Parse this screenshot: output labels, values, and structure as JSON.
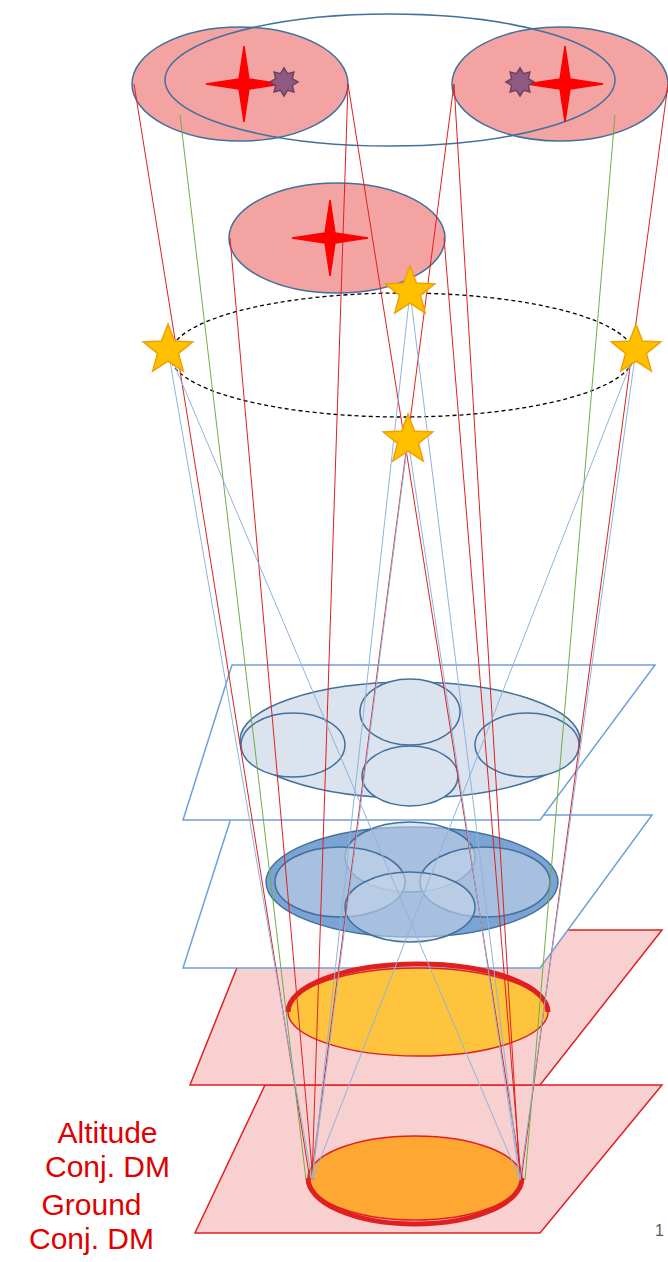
{
  "diagram": {
    "labels": [
      "Altitude Conj. DM",
      "Ground Conj. DM",
      "1"
    ]
  }
}
